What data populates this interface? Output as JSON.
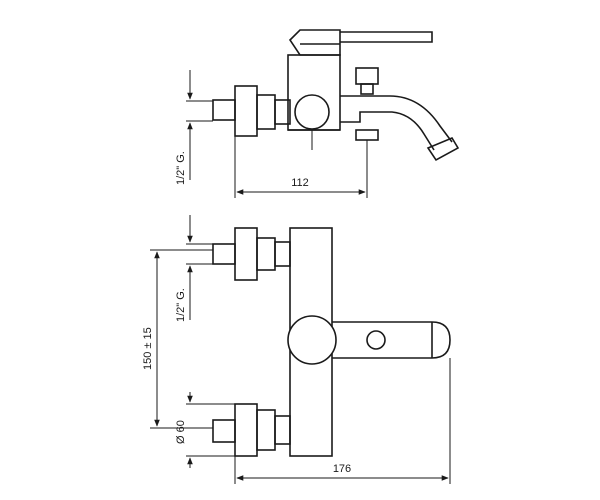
{
  "drawing": {
    "top_view": {
      "thread_label": "1/2\" G.",
      "width_label": "112"
    },
    "front_view": {
      "thread_label": "1/2\" G.",
      "height_label": "150 ± 15",
      "diameter_label": "Ø 60",
      "width_label": "176"
    }
  }
}
